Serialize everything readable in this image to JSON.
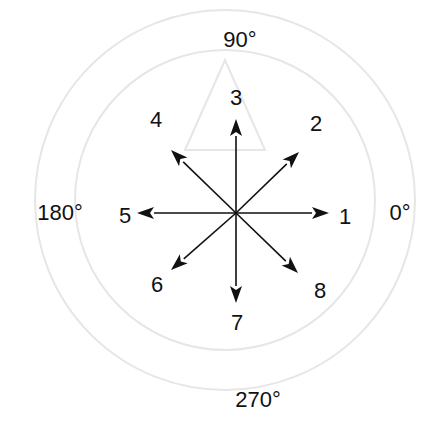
{
  "diagram": {
    "labels": [
      "90°",
      "3",
      "4",
      "2",
      "180°",
      "5",
      "1",
      "0°",
      "6",
      "7",
      "8",
      "270°"
    ]
  }
}
